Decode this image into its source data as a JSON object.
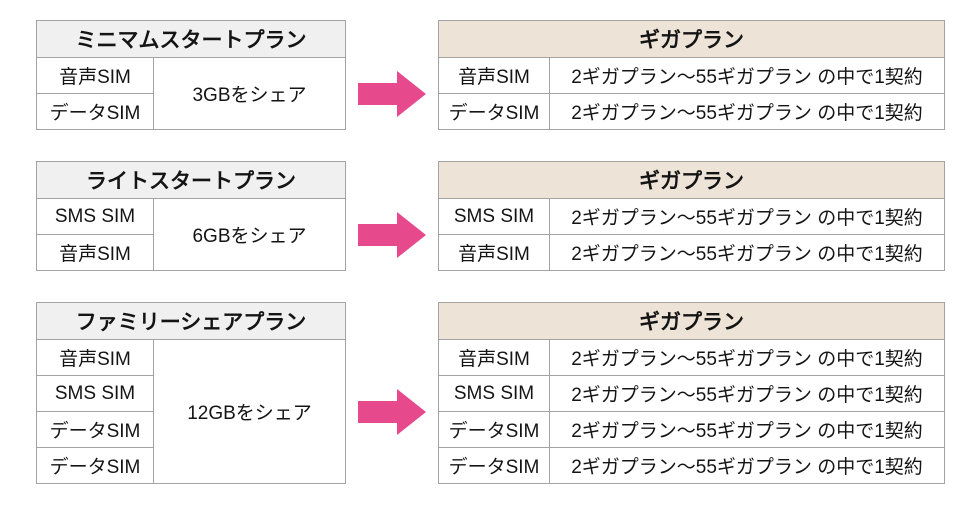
{
  "colors": {
    "arrow": "#e7498d",
    "left_header_bg": "#f0f0f0",
    "right_header_bg": "#ede4d7",
    "border": "#a3a3a3",
    "text": "#141414"
  },
  "icons": {
    "arrow_right": "block-arrow-right"
  },
  "blocks": [
    {
      "left": {
        "title": "ミニマムスタートプラン",
        "sims": [
          "音声SIM",
          "データSIM"
        ],
        "share": "3GBをシェア"
      },
      "right": {
        "title": "ギガプラン",
        "rows": [
          {
            "sim": "音声SIM",
            "desc": "2ギガプラン～55ギガプラン の中で1契約"
          },
          {
            "sim": "データSIM",
            "desc": "2ギガプラン～55ギガプラン の中で1契約"
          }
        ]
      }
    },
    {
      "left": {
        "title": "ライトスタートプラン",
        "sims": [
          "SMS SIM",
          "音声SIM"
        ],
        "share": "6GBをシェア"
      },
      "right": {
        "title": "ギガプラン",
        "rows": [
          {
            "sim": "SMS SIM",
            "desc": "2ギガプラン～55ギガプラン の中で1契約"
          },
          {
            "sim": "音声SIM",
            "desc": "2ギガプラン～55ギガプラン の中で1契約"
          }
        ]
      }
    },
    {
      "left": {
        "title": "ファミリーシェアプラン",
        "sims": [
          "音声SIM",
          "SMS SIM",
          "データSIM",
          "データSIM"
        ],
        "share": "12GBをシェア"
      },
      "right": {
        "title": "ギガプラン",
        "rows": [
          {
            "sim": "音声SIM",
            "desc": "2ギガプラン～55ギガプラン の中で1契約"
          },
          {
            "sim": "SMS SIM",
            "desc": "2ギガプラン～55ギガプラン の中で1契約"
          },
          {
            "sim": "データSIM",
            "desc": "2ギガプラン～55ギガプラン の中で1契約"
          },
          {
            "sim": "データSIM",
            "desc": "2ギガプラン～55ギガプラン の中で1契約"
          }
        ]
      }
    }
  ]
}
